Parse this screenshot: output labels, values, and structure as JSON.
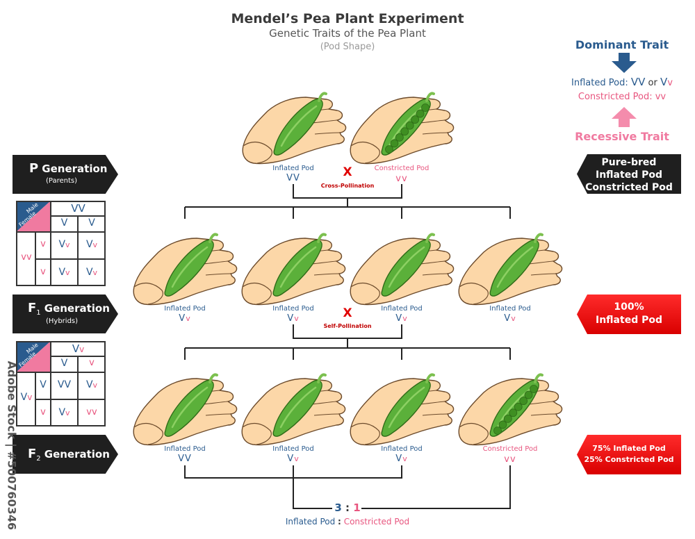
{
  "header": {
    "title": "Mendel’s Pea Plant Experiment",
    "subtitle": "Genetic Traits of the Pea Plant",
    "caption": "(Pod Shape)"
  },
  "legend": {
    "dominant_label": "Dominant Trait",
    "recessive_label": "Recessive Trait",
    "inflated_text": "Inflated Pod:",
    "inflated_geno1": "VV",
    "or_text": "or",
    "inflated_geno2_upper": "V",
    "inflated_geno2_lower": "v",
    "constricted_text": "Constricted Pod:",
    "constricted_geno": "vv"
  },
  "generations": {
    "p": {
      "main": "P",
      "label": "Generation",
      "sub": "(Parents)"
    },
    "f1": {
      "main": "F",
      "subscript": "1",
      "label": "Generation",
      "sub": "(Hybrids)"
    },
    "f2": {
      "main": "F",
      "subscript": "2",
      "label": "Generation"
    }
  },
  "punnett": {
    "male": "Male",
    "female": "Female",
    "p": {
      "top": "VV",
      "cols": [
        "V",
        "V"
      ],
      "left": "vv",
      "cells": [
        "Vv",
        "Vv",
        "Vv",
        "Vv"
      ]
    },
    "f1": {
      "top_upper": "V",
      "top_lower": "v",
      "cols": [
        "V",
        "v"
      ],
      "left_upper": "V",
      "left_lower": "v",
      "rows": [
        "V",
        "v"
      ],
      "cells": [
        "VV",
        "Vv",
        "Vv",
        "vv"
      ]
    }
  },
  "rows": {
    "p": {
      "cross": "X",
      "cross_label": "Cross-Pollination",
      "pods": [
        {
          "label": "Inflated Pod",
          "geno": "VV",
          "type": "inflated"
        },
        {
          "label": "Constricted Pod",
          "geno": "vv",
          "type": "constricted"
        }
      ]
    },
    "f1": {
      "cross": "X",
      "cross_label": "Self-Pollination",
      "pods": [
        {
          "label": "Inflated Pod",
          "geno": "Vv"
        },
        {
          "label": "Inflated Pod",
          "geno": "Vv"
        },
        {
          "label": "Inflated Pod",
          "geno": "Vv"
        },
        {
          "label": "Inflated Pod",
          "geno": "Vv"
        }
      ]
    },
    "f2": {
      "pods": [
        {
          "label": "Inflated Pod",
          "geno": "VV"
        },
        {
          "label": "Inflated Pod",
          "geno": "Vv"
        },
        {
          "label": "Inflated Pod",
          "geno": "Vv"
        },
        {
          "label": "Constricted Pod",
          "geno": "vv"
        }
      ]
    }
  },
  "right_panels": {
    "p": [
      "Pure-bred",
      "Inflated Pod",
      "Constricted Pod"
    ],
    "f1": [
      "100%",
      "Inflated Pod"
    ],
    "f2": [
      "75% Inflated Pod",
      "25% Constricted Pod"
    ]
  },
  "ratio": {
    "left": "3",
    "colon": ":",
    "right": "1",
    "left_label": "Inflated Pod",
    "right_label": "Constricted Pod"
  },
  "watermark": "Adobe Stock | #500760346",
  "colors": {
    "dominant": "#2a5b8e",
    "recessive": "#e8567f",
    "dark": "#1f1f1f",
    "red": "#e00000"
  }
}
